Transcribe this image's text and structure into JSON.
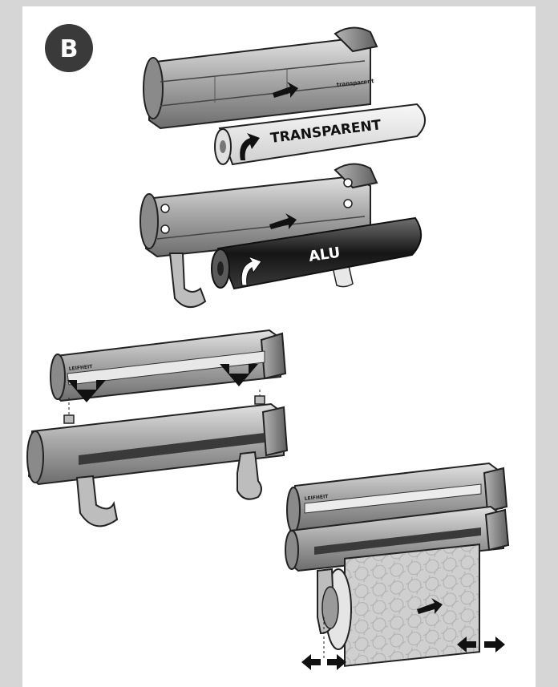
{
  "page": {
    "step_badge": "B",
    "roll_labels": {
      "transparent": "TRANSPARENT",
      "alu": "ALU"
    },
    "brand_mark": "LEIFHEIT",
    "colors": {
      "background_margin": "#d6d6d6",
      "panel": "#ffffff",
      "badge": "#3a3a3a",
      "housing_dark": "#6a6a6a",
      "housing_mid": "#9a9a9a",
      "housing_light": "#c8c8c8",
      "alu_roll": "#2a2a2a",
      "arrow": "#111111"
    }
  }
}
